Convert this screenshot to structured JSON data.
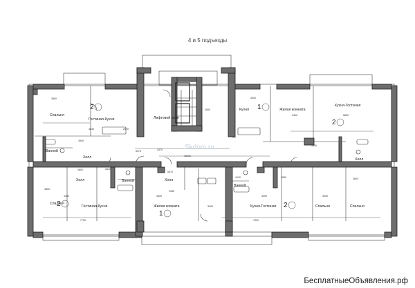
{
  "header": "4 и 5 подъезды",
  "watermark": "Skdom.ru",
  "footer": "БесплатныеОбъявления.рф",
  "colors": {
    "wall": "#1f1f1f",
    "wall_fill": "#6d6d6d",
    "line": "#333333",
    "background": "#ffffff"
  },
  "rooms": {
    "bedroom": "Спальня",
    "living_kitchen_tl": "Гостиная-Кухня",
    "lift_hall": "Лифтовой холл",
    "kitchen": "Кухня",
    "living_room_top": "Жилая комната",
    "kitchen_living_tr": "Кухня-Гостиная",
    "bathroom_tl": "Ванной",
    "hall_left": "Холл",
    "hall_center": "Холл",
    "bathroom_bl": "Ванной",
    "hall_bl": "Холл",
    "living_kitchen_bl": "Гостиная-Кухня",
    "bedroom_bl": "Спальня",
    "living_room_bottom": "Жилая комната",
    "hall_bottom_center": "Холл",
    "bathroom_br": "Ванной",
    "kitchen_living_br": "Кухня-Гостиная",
    "bedroom_br1": "Спальня",
    "bedroom_br2": "Спальня"
  },
  "apartments": {
    "tl": "2",
    "tm": "1",
    "tr": "2",
    "bl": "2",
    "bm": "1",
    "br": "2"
  },
  "dimensions": [
    "3800",
    "3840",
    "2670",
    "3940",
    "2600",
    "4000",
    "3400",
    "5820",
    "2470",
    "16900",
    "5070",
    "5000",
    "3800",
    "2620",
    "5070",
    "2830",
    "3600",
    "4300",
    "4300",
    "4300",
    "4000",
    "7700",
    "7320",
    "2985",
    "4100",
    "3800",
    "3000"
  ]
}
